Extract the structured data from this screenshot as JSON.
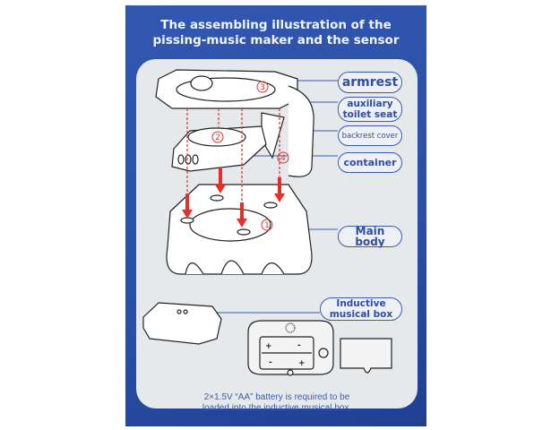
{
  "title_line1": "The assembling illustration of the",
  "title_line2": "pissing-music maker and the sensor",
  "labels": {
    "armrest": "armrest",
    "auxiliary_line1": "auxiliary",
    "auxiliary_line2": "toilet seat",
    "backrest_cover": "backrest cover",
    "container": "container",
    "main_body": "Main body",
    "musical_box_line1": "Inductive",
    "musical_box_line2": "musical box"
  },
  "part_numbers": [
    "1",
    "2",
    "3",
    "4"
  ],
  "battery_marks": {
    "plus": "+",
    "minus": "-"
  },
  "caption_line1": "2×1.5V “AA” battery is required to be",
  "caption_line2": "loaded into the inductive musical box.",
  "colors": {
    "card": "#2a4fa6",
    "panel": "#e6e9ec",
    "accent": "#3a5bb0",
    "arrow": "#e0322b"
  }
}
